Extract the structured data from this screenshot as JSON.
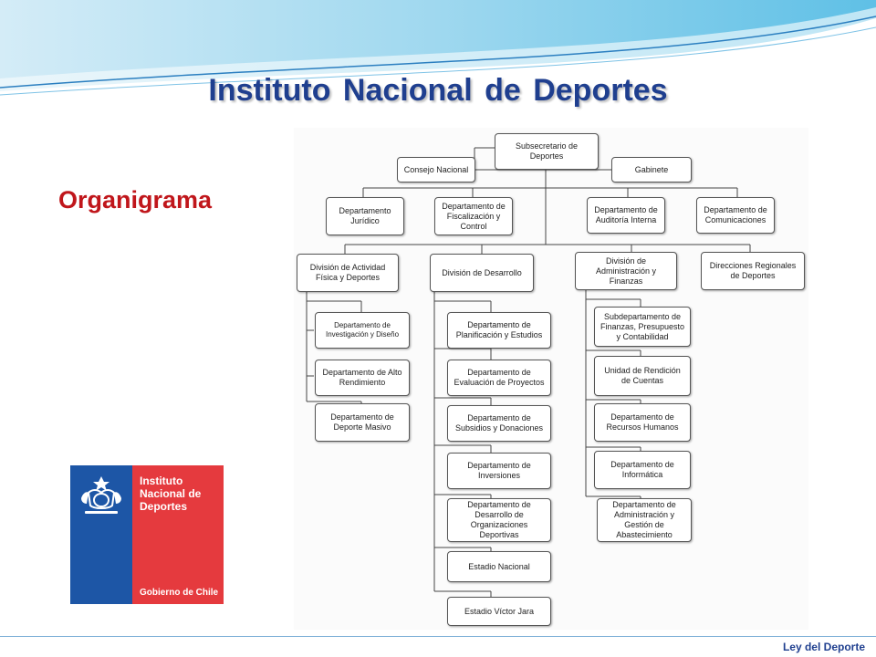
{
  "header": {
    "title": "Instituto Nacional de Deportes",
    "subtitle": "Organigrama"
  },
  "colors": {
    "title": "#1f3f8f",
    "subtitle": "#c0161b",
    "logo_blue": "#1d56a6",
    "logo_red": "#e53a3e"
  },
  "org_chart": {
    "nodes": [
      {
        "id": "subsecretario",
        "label": "Subsecretario de\nDeportes"
      },
      {
        "id": "consejo",
        "label": "Consejo Nacional"
      },
      {
        "id": "gabinete",
        "label": "Gabinete"
      },
      {
        "id": "juridico",
        "label": "Departamento\nJurídico"
      },
      {
        "id": "fiscalizacion",
        "label": "Departamento de\nFiscalización y\nControl"
      },
      {
        "id": "auditoria",
        "label": "Departamento de\nAuditoría Interna"
      },
      {
        "id": "comunicaciones",
        "label": "Departamento de\nComunicaciones"
      },
      {
        "id": "div_actividad",
        "label": "División de Actividad\nFísica y Deportes"
      },
      {
        "id": "div_desarrollo",
        "label": "División de Desarrollo"
      },
      {
        "id": "div_admin",
        "label": "División de\nAdministración y\nFinanzas"
      },
      {
        "id": "direcciones",
        "label": "Direcciones Regionales\nde Deportes"
      },
      {
        "id": "investigacion",
        "label": "Departamento de\nInvestigación y Diseño"
      },
      {
        "id": "alto_rendimiento",
        "label": "Departamento de Alto\nRendimiento"
      },
      {
        "id": "deporte_masivo",
        "label": "Departamento de\nDeporte Masivo"
      },
      {
        "id": "planificacion",
        "label": "Departamento de\nPlanificación y Estudios"
      },
      {
        "id": "evaluacion",
        "label": "Departamento de\nEvaluación de Proyectos"
      },
      {
        "id": "subsidios",
        "label": "Departamento de\nSubsidios y Donaciones"
      },
      {
        "id": "inversiones",
        "label": "Departamento de\nInversiones"
      },
      {
        "id": "org_deportivas",
        "label": "Departamento de\nDesarrollo de\nOrganizaciones\nDeportivas"
      },
      {
        "id": "estadio_nacional",
        "label": "Estadio Nacional"
      },
      {
        "id": "estadio_jara",
        "label": "Estadio Víctor Jara"
      },
      {
        "id": "finanzas",
        "label": "Subdepartamento de\nFinanzas, Presupuesto\ny Contabilidad"
      },
      {
        "id": "rendicion",
        "label": "Unidad de Rendición\nde Cuentas"
      },
      {
        "id": "rrhh",
        "label": "Departamento de\nRecursos Humanos"
      },
      {
        "id": "informatica",
        "label": "Departamento de\nInformática"
      },
      {
        "id": "abastecimiento",
        "label": "Departamento de\nAdministración y\nGestión de\nAbastecimiento"
      }
    ]
  },
  "logo": {
    "name": "Instituto\nNacional de\nDeportes",
    "government": "Gobierno de Chile"
  },
  "footer": {
    "text": "Ley del Deporte"
  }
}
